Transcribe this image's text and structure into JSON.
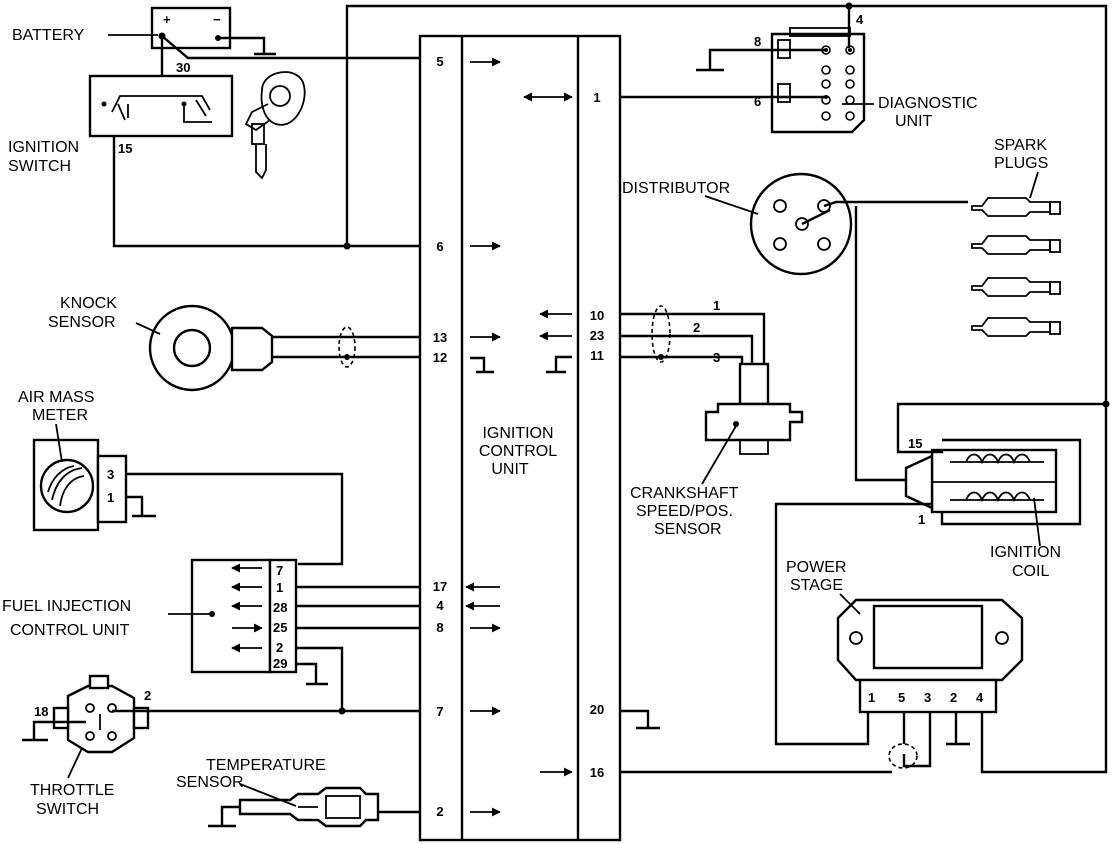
{
  "labels": {
    "battery": "BATTERY",
    "ignition_switch": [
      "IGNITION",
      "SWITCH"
    ],
    "knock_sensor": [
      "KNOCK",
      "SENSOR"
    ],
    "air_mass_meter": [
      "AIR MASS",
      "METER"
    ],
    "fuel_injection": [
      "FUEL INJECTION",
      "CONTROL UNIT"
    ],
    "throttle_switch": [
      "THROTTLE",
      "SWITCH"
    ],
    "temperature_sensor": [
      "TEMPERATURE",
      "SENSOR"
    ],
    "ignition_control_unit": [
      "IGNITION",
      "CONTROL",
      "UNIT"
    ],
    "diagnostic_unit": [
      "DIAGNOSTIC",
      "UNIT"
    ],
    "distributor": "DISTRIBUTOR",
    "spark_plugs": [
      "SPARK",
      "PLUGS"
    ],
    "crankshaft_sensor": [
      "CRANKSHAFT",
      "SPEED/POS.",
      "SENSOR"
    ],
    "ignition_coil": [
      "IGNITION",
      "COIL"
    ],
    "power_stage": [
      "POWER",
      "STAGE"
    ]
  },
  "battery_terminals": {
    "plus": "+",
    "minus": "−"
  },
  "pins": {
    "ignition_switch_30": "30",
    "ignition_switch_15": "15",
    "ecu_left": [
      "5",
      "6",
      "13",
      "12",
      "17",
      "4",
      "8",
      "7",
      "2"
    ],
    "ecu_right": [
      "1",
      "10",
      "23",
      "11",
      "20",
      "16"
    ],
    "diagnostic": [
      "8",
      "4",
      "6"
    ],
    "crank_wires": [
      "1",
      "2",
      "3"
    ],
    "air_mass": [
      "3",
      "1"
    ],
    "fuel_injection": [
      "7",
      "1",
      "28",
      "25",
      "2",
      "29"
    ],
    "throttle": [
      "18",
      "2"
    ],
    "coil": [
      "15",
      "1"
    ],
    "power_stage": [
      "1",
      "5",
      "3",
      "2",
      "4"
    ]
  }
}
